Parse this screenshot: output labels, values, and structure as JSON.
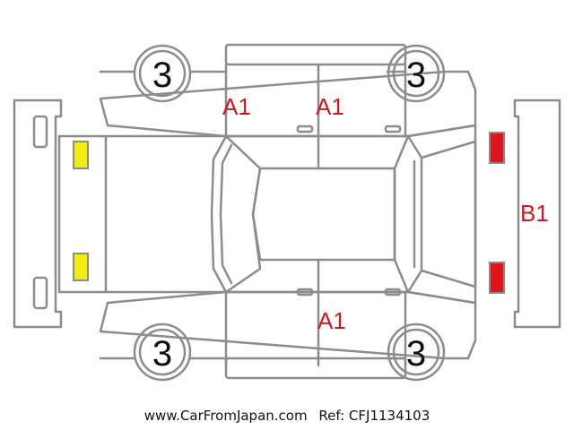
{
  "colors": {
    "outline": "#8c8c8c",
    "damage_text": "#d2181e",
    "headlight_fill": "#f2ee0c",
    "taillight_fill": "#e0141a"
  },
  "wheels": {
    "top_left": "3",
    "top_right": "3",
    "bottom_left": "3",
    "bottom_right": "3"
  },
  "damage_marks": {
    "front_door_upper": "A1",
    "rear_door_upper": "A1",
    "rear_door_lower": "A1",
    "rear_end": "B1"
  },
  "lights": {
    "front": {
      "color": "yellow",
      "count": 2
    },
    "rear": {
      "color": "red",
      "count": 2
    }
  },
  "footer": {
    "site": "www.CarFromJapan.com",
    "ref": "Ref: CFJ1134103"
  }
}
